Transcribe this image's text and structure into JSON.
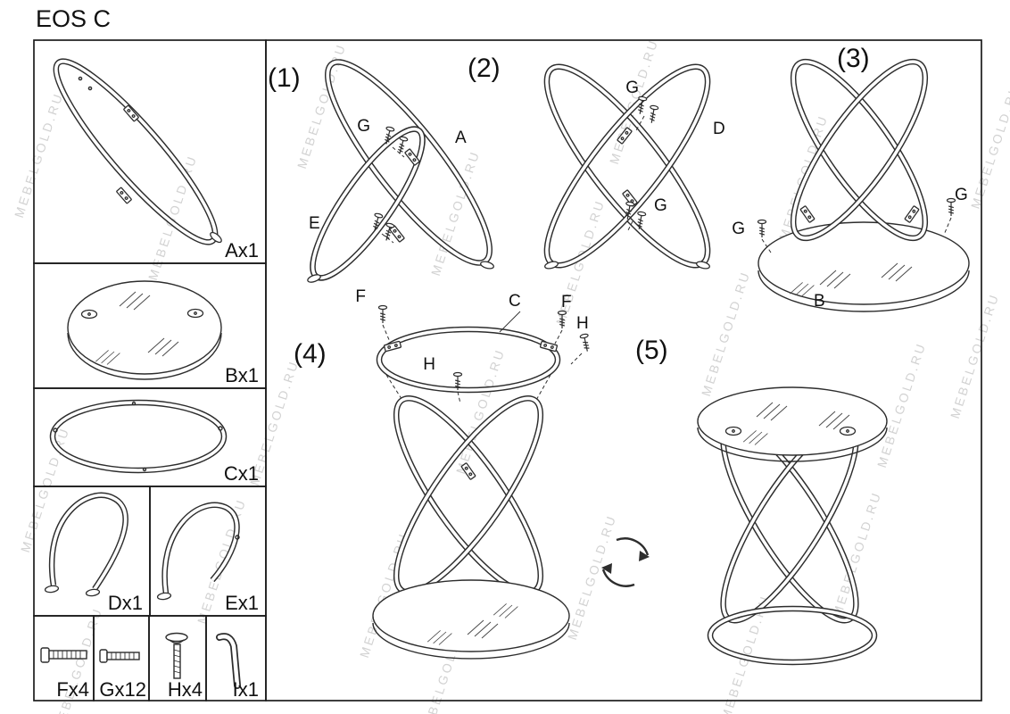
{
  "title": "EOS C",
  "watermark": "MEBELGOLD.RU",
  "parts": [
    {
      "label": "Ax1"
    },
    {
      "label": "Bx1"
    },
    {
      "label": "Cx1"
    },
    {
      "label": "Dx1"
    },
    {
      "label": "Ex1"
    },
    {
      "label": "Fx4"
    },
    {
      "label": "Gx12"
    },
    {
      "label": "Hx4"
    },
    {
      "label": "Ix1"
    }
  ],
  "steps": [
    {
      "label": "(1)"
    },
    {
      "label": "(2)"
    },
    {
      "label": "(3)"
    },
    {
      "label": "(4)"
    },
    {
      "label": "(5)"
    }
  ],
  "callouts": {
    "step1": [
      "G",
      "A",
      "E"
    ],
    "step2": [
      "G",
      "D",
      "G"
    ],
    "step3": [
      "G",
      "G",
      "B"
    ],
    "step4": [
      "F",
      "C",
      "F",
      "H",
      "H"
    ]
  }
}
